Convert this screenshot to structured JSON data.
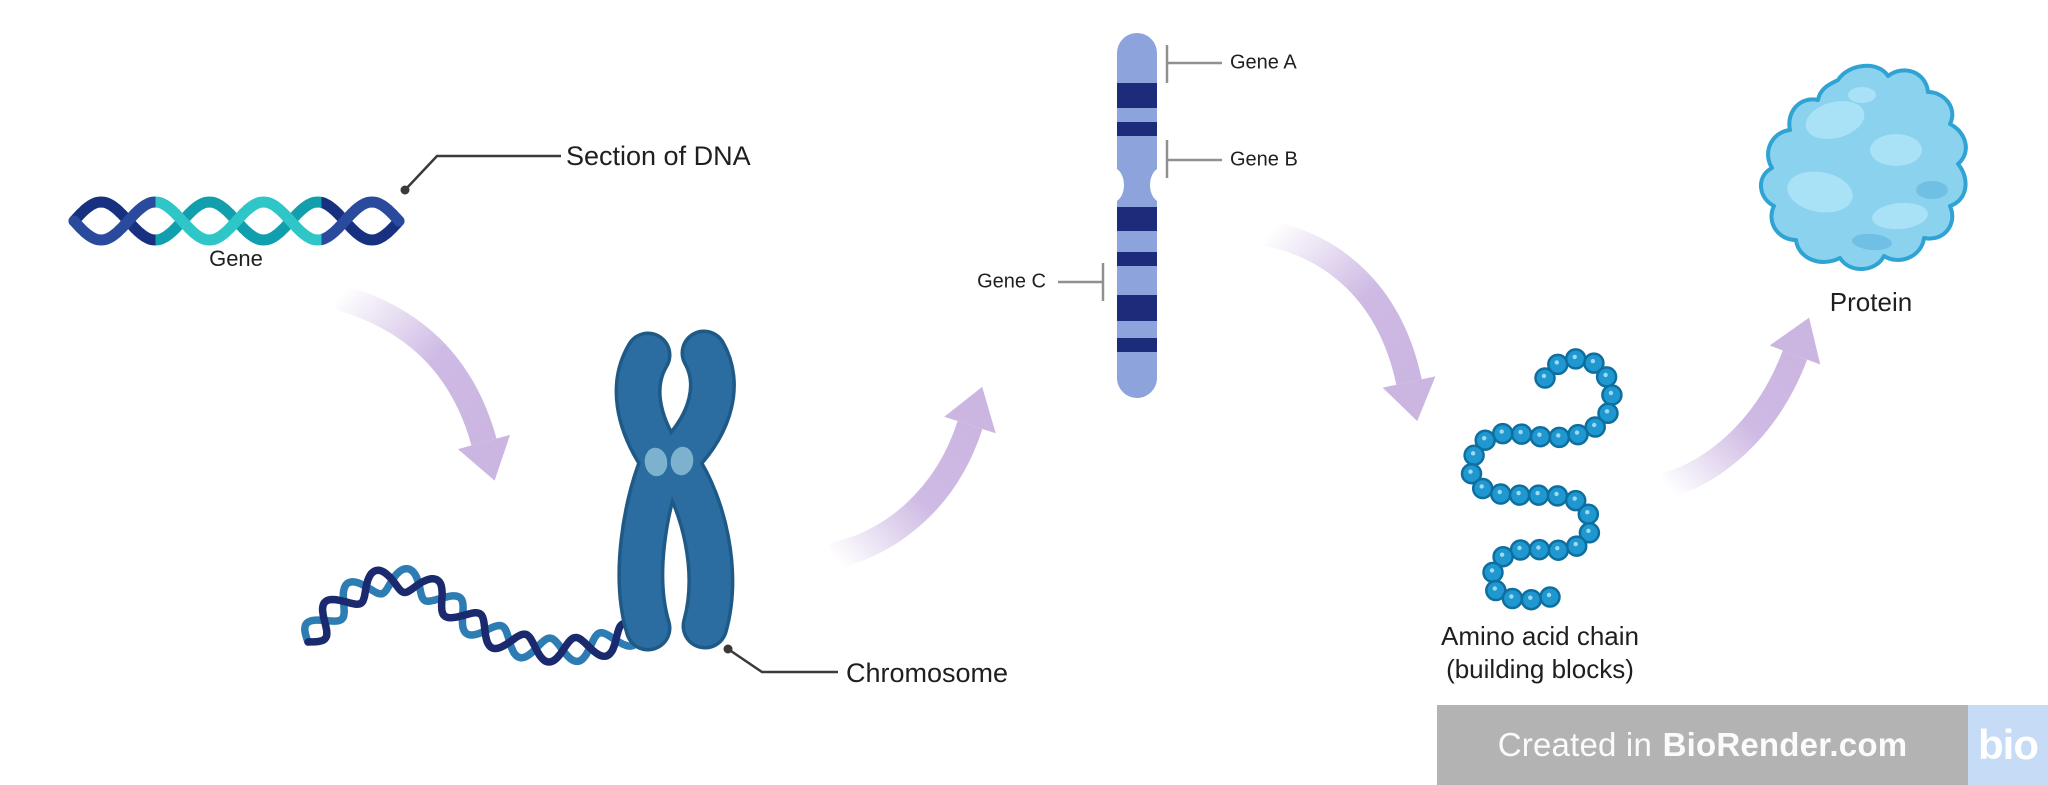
{
  "diagram": {
    "labels": {
      "section_of_dna": "Section of DNA",
      "gene": "Gene",
      "chromosome": "Chromosome",
      "gene_a": "Gene A",
      "gene_b": "Gene B",
      "gene_c": "Gene C",
      "amino_acid_chain_line1": "Amino acid chain",
      "amino_acid_chain_line2": "(building blocks)",
      "protein": "Protein"
    },
    "icons": [
      "dna-helix-icon",
      "unwound-dna-icon",
      "chromosome-icon",
      "chromosome-ideogram-icon",
      "amino-acid-chain-icon",
      "protein-icon",
      "flow-arrow-icon"
    ]
  },
  "watermark": {
    "prefix": "Created in",
    "brand": "BioRender.com",
    "logo": "bio"
  },
  "colors": {
    "dna_navy_front": "#2a4a9d",
    "dna_navy_back": "#17307f",
    "gene_teal_front": "#2fc6c8",
    "gene_teal_back": "#119fae",
    "squiggle_navy": "#1b2a6e",
    "squiggle_blue": "#2e7cb4",
    "chromosome_body": "#2b6da0",
    "chromosome_edge": "#1f5a87",
    "centromere": "#7db2cf",
    "ideogram_light": "#8ca3dc",
    "ideogram_band": "#1d2b7b",
    "bead_fill": "#1f98d2",
    "bead_edge": "#0e6f9f",
    "bead_highlight": "#b5e4f6",
    "protein_fill": "#8bd2ef",
    "protein_edge": "#2fa3d4",
    "protein_light": "#a9e1f6",
    "protein_shade": "#6fc0e4",
    "arrow_purple": "#cbb6e2",
    "label_text": "#1f1f1f",
    "leader_line": "#3a3a3a",
    "tick_line": "#909090",
    "watermark_bg": "#b3b3b3",
    "watermark_text": "#fbfbfb",
    "logo_bg": "#c5dbf6",
    "logo_text": "#ffffff"
  }
}
